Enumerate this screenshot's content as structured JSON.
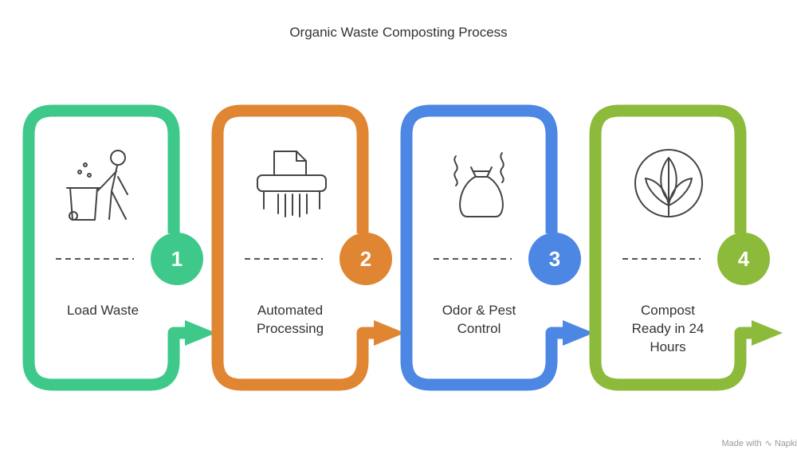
{
  "title": "Organic Waste Composting Process",
  "steps": [
    {
      "number": "1",
      "label": "Load Waste",
      "color": "#3ec98a",
      "icon": "person-trash-bin-icon"
    },
    {
      "number": "2",
      "label": "Automated\nProcessing",
      "color": "#e08632",
      "icon": "shredder-icon"
    },
    {
      "number": "3",
      "label": "Odor & Pest\nControl",
      "color": "#4b87e3",
      "icon": "smelly-bag-icon"
    },
    {
      "number": "4",
      "label": "Compost\nReady in 24\nHours",
      "color": "#8cba3a",
      "icon": "sprout-leaf-icon"
    }
  ],
  "watermark": {
    "prefix": "Made with",
    "brand": "Napki"
  }
}
